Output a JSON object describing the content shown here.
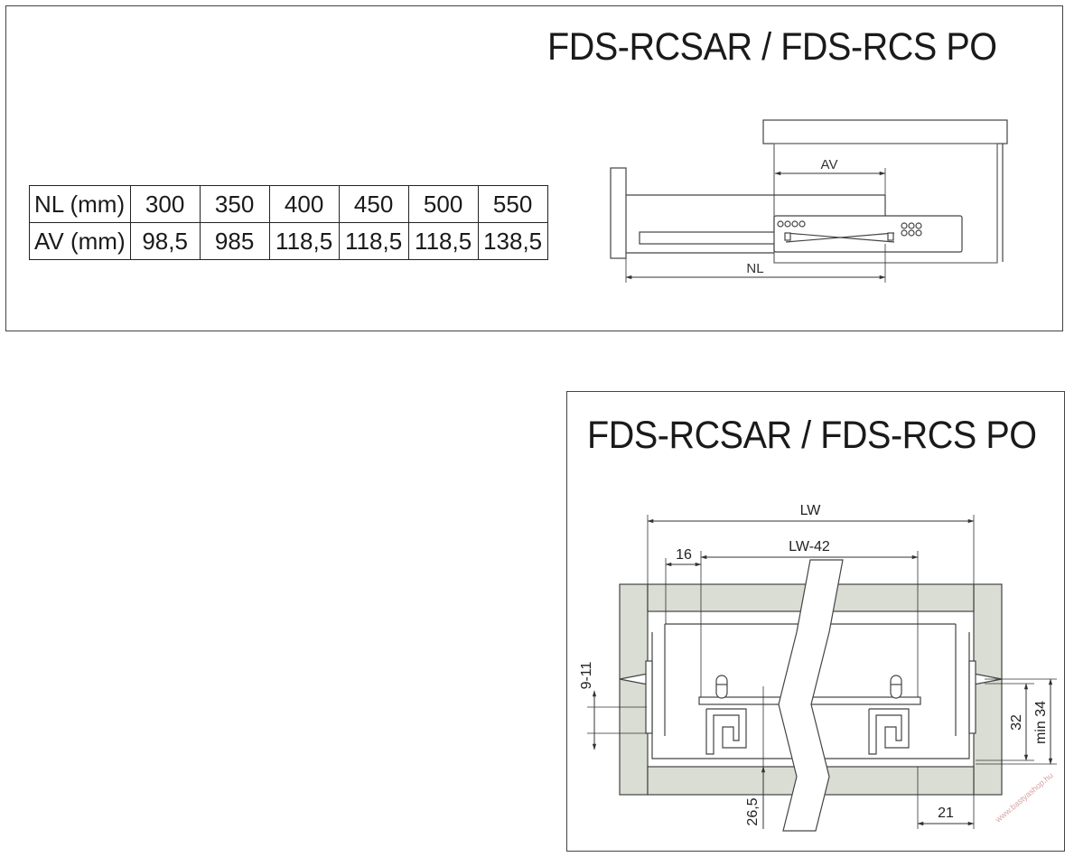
{
  "top_panel": {
    "title": "FDS-RCSAR / FDS-RCS PO",
    "table": {
      "rows": [
        {
          "label": "NL (mm)",
          "values": [
            "300",
            "350",
            "400",
            "450",
            "500",
            "550"
          ]
        },
        {
          "label": "AV (mm)",
          "values": [
            "98,5",
            "985",
            "118,5",
            "118,5",
            "118,5",
            "138,5"
          ]
        }
      ]
    },
    "side_view": {
      "av_label": "AV",
      "nl_label": "NL"
    }
  },
  "bottom_panel": {
    "title": "FDS-RCSAR / FDS-RCS PO",
    "dimensions": {
      "lw": "LW",
      "lw_minus": "LW-42",
      "d16": "16",
      "d9_11": "9-11",
      "d32": "32",
      "min34": "min 34",
      "d26_5": "26,5",
      "d21": "21"
    }
  },
  "watermark": "www.bastyashop.hu"
}
